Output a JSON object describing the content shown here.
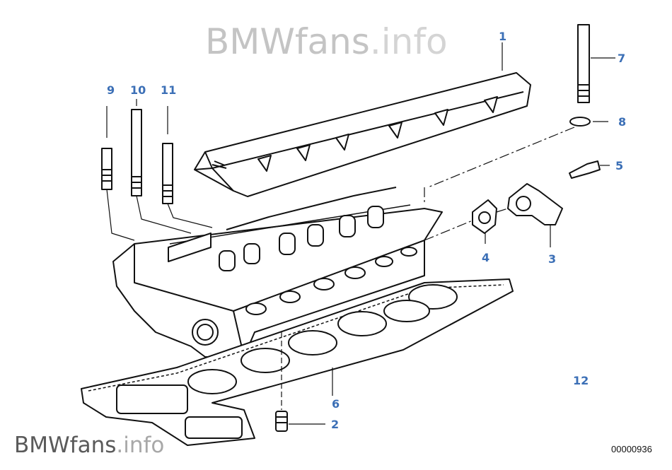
{
  "watermark": {
    "brand": "BMWfans",
    "tld": ".info"
  },
  "diagram_code": "00000936",
  "callouts": [
    "1",
    "2",
    "3",
    "4",
    "5",
    "6",
    "7",
    "8",
    "9",
    "10",
    "11",
    "12"
  ],
  "colors": {
    "callout": "#3b6fb6",
    "line": "#111111"
  }
}
